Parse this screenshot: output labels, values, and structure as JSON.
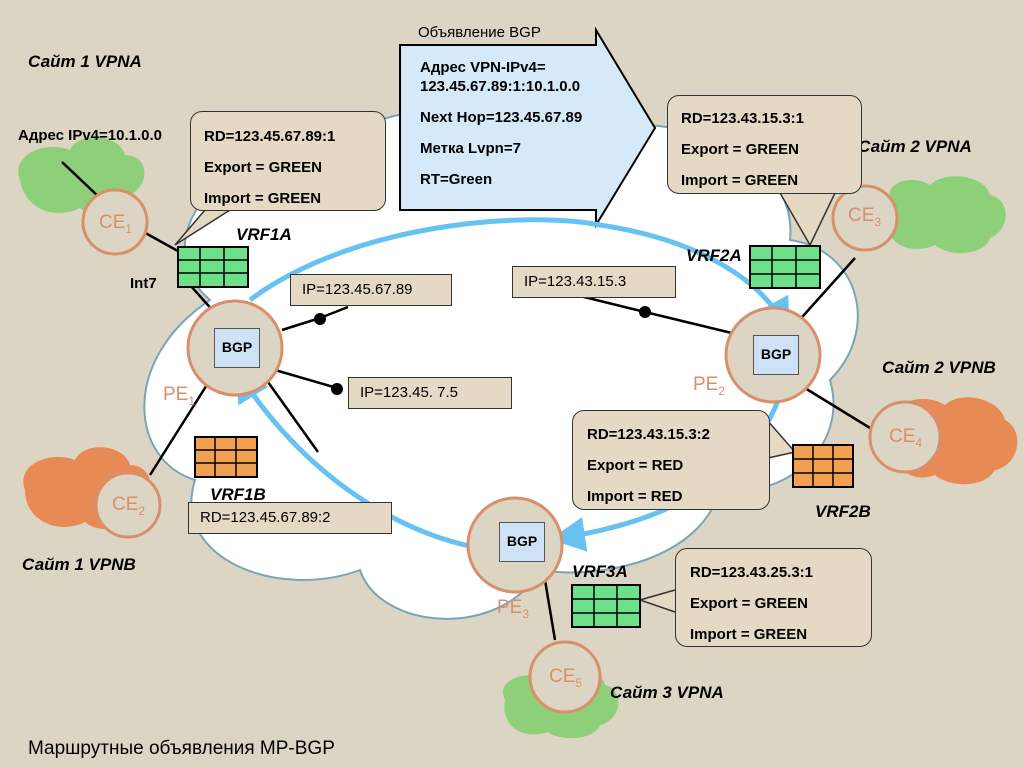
{
  "diagram_title": "Маршрутные объявления MP-BGP",
  "sites": {
    "site1_vpna": "Сайт 1 VPNA",
    "site2_vpna": "Сайт 2 VPNA",
    "site2_vpnb": "Сайт 2 VPNB",
    "site1_vpnb": "Сайт 1 VPNB",
    "site3_vpna": "Сайт 3 VPNA"
  },
  "ipv4_address_label": "Адрес IPv4=10.1.0.0",
  "interface_label": "Int7",
  "nodes": {
    "ce1": {
      "name": "CE",
      "sub": "1"
    },
    "ce2": {
      "name": "CE",
      "sub": "2"
    },
    "ce3": {
      "name": "CE",
      "sub": "3"
    },
    "ce4": {
      "name": "CE",
      "sub": "4"
    },
    "ce5": {
      "name": "CE",
      "sub": "5"
    },
    "pe1": {
      "name": "PE",
      "sub": "1"
    },
    "pe2": {
      "name": "PE",
      "sub": "2"
    },
    "pe3": {
      "name": "PE",
      "sub": "3"
    },
    "bgp_label": "BGP"
  },
  "vrfs": {
    "vrf1a": "VRF1A",
    "vrf1b": "VRF1B",
    "vrf2a": "VRF2A",
    "vrf2b": "VRF2B",
    "vrf3a": "VRF3A"
  },
  "callouts": {
    "vrf1a": {
      "rd": "RD=123.45.67.89:1",
      "export": "Export = GREEN",
      "import": "Import = GREEN"
    },
    "vrf2a": {
      "rd": "RD=123.43.15.3:1",
      "export": "Export = GREEN",
      "import": "Import = GREEN"
    },
    "vrf2b": {
      "rd": "RD=123.43.15.3:2",
      "export": "Export = RED",
      "import": "Import = RED"
    },
    "vrf3a": {
      "rd": "RD=123.43.25.3:1",
      "export": "Export = GREEN",
      "import": "Import = GREEN"
    }
  },
  "ip_labels": {
    "pe1_ip": "IP=123.45.67.89",
    "pe2_ip": "IP=123.43.15.3",
    "pe1_ip2": "IP=123.45. 7.5",
    "vrf1b_rd": "RD=123.45.67.89:2"
  },
  "announcement": {
    "title": "Объявление BGP",
    "line1": "Адрес VPN-IPv4=",
    "line2": "123.45.67.89:1:10.1.0.0",
    "line3": "Next Hop=123.45.67.89",
    "line4": "Метка Lvpn=7",
    "line5": "RT=Green"
  },
  "colors": {
    "background": "#ddd5c4",
    "cloud_core": "#ffffff",
    "green_cloud": "#8ecf7a",
    "orange_cloud": "#e88a55",
    "vrf_green": "#6fe08a",
    "vrf_orange": "#f0a050",
    "arrow_blue": "#66c2f0",
    "node_text": "#d98f6a"
  }
}
